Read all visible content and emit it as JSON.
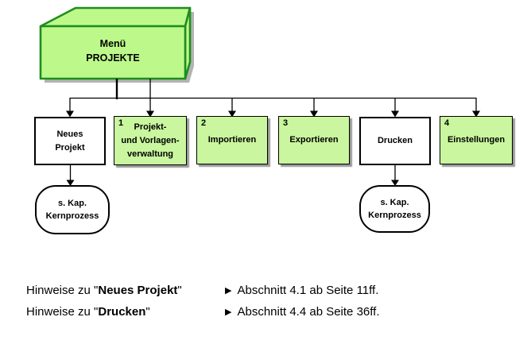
{
  "colors": {
    "menu-green": "#bdf98a",
    "box-green": "#c9f69e",
    "border-green": "#1e8e1e",
    "shadow-gray": "#999999",
    "line-color": "#000000"
  },
  "diagram": {
    "menu_box": {
      "line1": "Menü",
      "line2": "PROJEKTE"
    },
    "boxes": [
      {
        "id": "neues-projekt",
        "number": "",
        "lines": [
          "Neues",
          "Projekt"
        ]
      },
      {
        "id": "projekt-und-vorlagenverwaltung",
        "number": "1",
        "lines": [
          "Projekt-",
          "und Vorlagen-",
          "verwaltung"
        ]
      },
      {
        "id": "importieren",
        "number": "2",
        "lines": [
          "Importieren"
        ]
      },
      {
        "id": "exportieren",
        "number": "3",
        "lines": [
          "Exportieren"
        ]
      },
      {
        "id": "drucken",
        "number": "",
        "lines": [
          "Drucken"
        ]
      },
      {
        "id": "einstellungen",
        "number": "4",
        "lines": [
          "Einstellungen"
        ]
      }
    ],
    "terminators": [
      {
        "line1": "s. Kap.",
        "line2": "Kernprozess"
      },
      {
        "line1": "s. Kap.",
        "line2": "Kernprozess"
      }
    ]
  },
  "notes": [
    {
      "prefix": "Hinweise zu \"",
      "target": "Neues Projekt",
      "suffix": "\"",
      "pointer": "▶",
      "reference": "Abschnitt 4.1 ab Seite 11ff."
    },
    {
      "prefix": "Hinweise zu \"",
      "target": "Drucken",
      "suffix": "\"",
      "pointer": "▶",
      "reference": "Abschnitt 4.4 ab Seite 36ff."
    }
  ]
}
